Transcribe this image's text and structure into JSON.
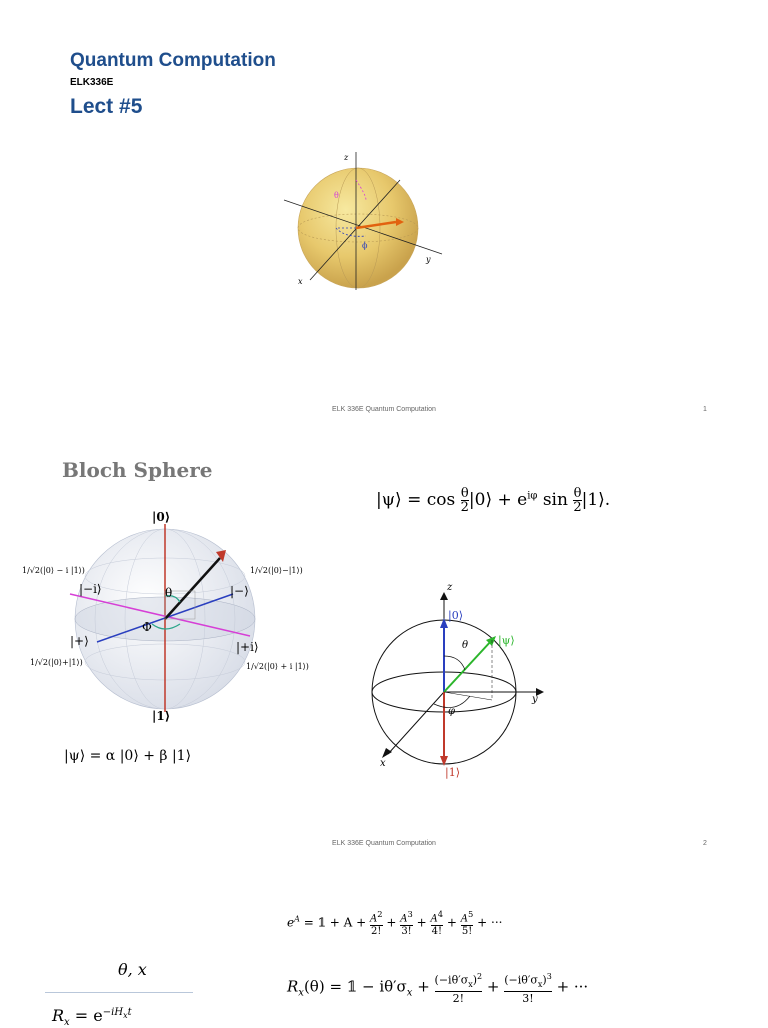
{
  "slide1": {
    "title": "Quantum Computation",
    "course_code": "ELK336E",
    "lecture": "Lect #5",
    "figure_labels": {
      "z": "z",
      "x": "x",
      "y": "y",
      "theta": "θ",
      "phi": "ϕ"
    },
    "footer": "ELK 336E Quantum Computation",
    "page": "1"
  },
  "slide2": {
    "heading": "Bloch Sphere",
    "state_equation": "|ψ⟩ = cos θ/2 |0⟩ + e^{iφ} sin θ/2 |1⟩.",
    "eq_parts": {
      "psi": "|ψ⟩ = cos",
      "theta": "θ",
      "two": "2",
      "ket0": "|0⟩ + e",
      "iphi": "iφ",
      "sin": " sin",
      "ket1": "|1⟩."
    },
    "sphere_labels": {
      "ket0": "|0⟩",
      "ket1": "|1⟩",
      "ket_minus_i": "|−i⟩",
      "ket_minus": "|−⟩",
      "ket_plus": "|+⟩",
      "ket_plus_i": "|+i⟩",
      "theta": "θ",
      "phi": "Φ",
      "f_minus_i": "1/√2(|0⟩ − i |1⟩)",
      "f_minus": "1/√2(|0⟩−|1⟩)",
      "f_plus": "1/√2(|0⟩+|1⟩)",
      "f_plus_i": "1/√2(|0⟩ + i |1⟩)"
    },
    "superposition": "|ψ⟩ = α |0⟩ + β |1⟩",
    "right_sphere_labels": {
      "z": "z",
      "ket0": "|0⟩",
      "theta": "θ",
      "psi": "|ψ⟩",
      "phi": "φ",
      "y": "y",
      "x": "x",
      "ket1": "|1⟩"
    },
    "footer": "ELK 336E Quantum Computation",
    "page": "2",
    "colors": {
      "heading": "#777777",
      "z_axis": "#C0392B",
      "arrow": "#111111",
      "magenta_axis": "#D63FD6",
      "blue_axis": "#2A3FBF"
    }
  },
  "slide3": {
    "theta_x": "θ, x",
    "rx_lhs": "R",
    "rx_sub": "x",
    "rx_eq": "= e",
    "rx_exp": "−iH",
    "rx_exp_sub": "x",
    "rx_exp_t": "t",
    "exp_series": "e^A = 𝟙 + A + A²/2! + A³/3! + A⁴/4! + A⁵/5! + ···",
    "series": {
      "eA": "e",
      "A": "A",
      "eq1": " = 𝟙 + A + ",
      "n2": "2",
      "n3": "3",
      "n4": "4",
      "n5": "5",
      "f2": "2!",
      "f3": "3!",
      "f4": "4!",
      "f5": "5!",
      "plus": "+",
      "dots": "+ ···"
    },
    "rotation": {
      "lhs": "R",
      "sub": "x",
      "arg": "(θ) = 𝟙 − iθ′σ",
      "sub2": "x",
      "t1": "(−iθ′σ",
      "t2": "x",
      "t3": ")",
      "sq": "2",
      "cube": "3",
      "f2": "2!",
      "f3": "3!",
      "dots": "+ ···"
    }
  }
}
